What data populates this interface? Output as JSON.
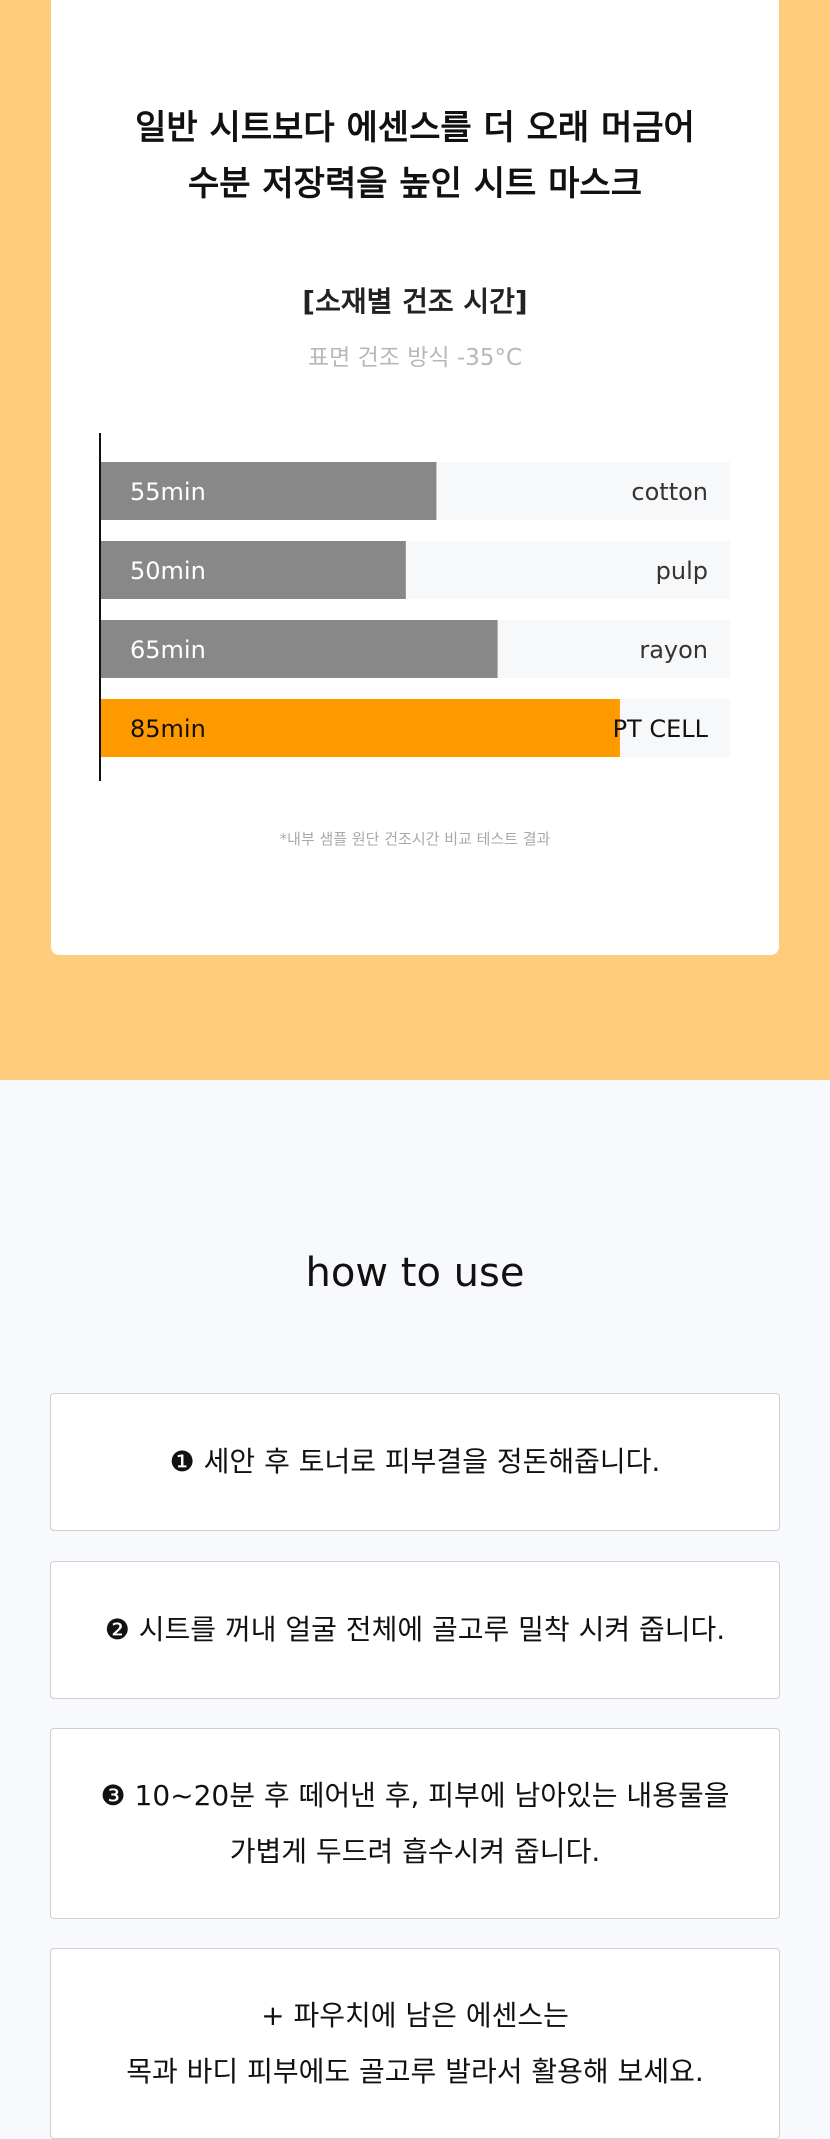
{
  "intro": {
    "headline_line1": "일반 시트보다 에센스를 더 오래 머금어",
    "headline_line2": "수분 저장력을 높인 시트 마스크"
  },
  "chart_data": {
    "type": "bar",
    "orientation": "horizontal",
    "title": "[소재별 건조 시간]",
    "subtitle": "표면 건조 방식 -35°C",
    "categories": [
      "cotton",
      "pulp",
      "rayon",
      "PT CELL"
    ],
    "values": [
      55,
      50,
      65,
      85
    ],
    "value_labels": [
      "55min",
      "50min",
      "65min",
      "85min"
    ],
    "unit": "min",
    "xlim": [
      0,
      103
    ],
    "grid": false,
    "legend": "none",
    "colors": {
      "default": "#888888",
      "highlight": "#ff9900",
      "track": "#f7f8fa",
      "axis": "#111111"
    },
    "highlight_index": 3
  },
  "footnote": "*내부 샘플 원단 건조시간 비교 테스트 결과",
  "how_to_use": {
    "title": "how to use",
    "steps": [
      {
        "line1": "❶ 세안 후 토너로 피부결을 정돈해줍니다.",
        "line2": ""
      },
      {
        "line1": "❷ 시트를 꺼내 얼굴 전체에 골고루 밀착 시켜 줍니다.",
        "line2": ""
      },
      {
        "line1": "❸ 10~20분 후 떼어낸 후, 피부에 남아있는 내용물을",
        "line2": "가볍게 두드려 흡수시켜 줍니다."
      },
      {
        "line1": "+ 파우치에 남은 에센스는",
        "line2": "목과 바디 피부에도 골고루 발라서 활용해 보세요."
      }
    ]
  },
  "colors": {
    "top_background": "#ffcb7c",
    "bottom_background": "#f8f9fc"
  }
}
